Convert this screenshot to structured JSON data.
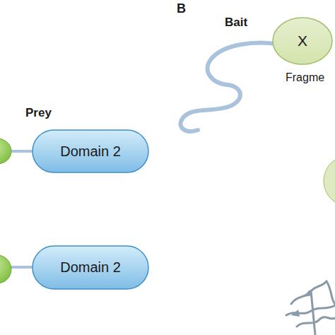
{
  "diagram": {
    "nodes": [
      {
        "text": [
          "Domain 2"
        ]
      },
      {
        "text": [
          "Domain 2"
        ]
      },
      {
        "text": [
          "X"
        ]
      }
    ],
    "labels": [
      "B",
      "Bait",
      "Prey",
      "Fragme"
    ]
  }
}
